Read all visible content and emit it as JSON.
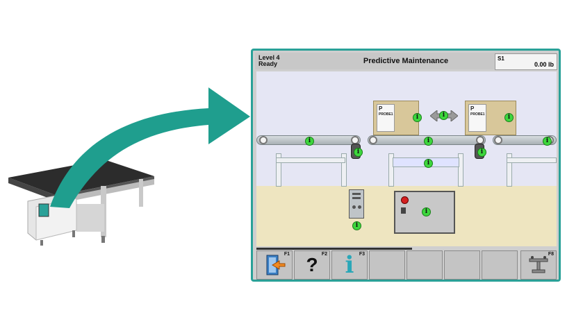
{
  "hmi": {
    "level": "Level 4",
    "status": "Ready",
    "title": "Predictive Maintenance",
    "scale_label": "S1",
    "scale_value": "0.00 lb"
  },
  "scene": {
    "package_label_top": "P",
    "package_label_sub": "PROBE1"
  },
  "fkeys": [
    {
      "label": "F1",
      "icon": "exit-door-icon"
    },
    {
      "label": "F2",
      "icon": "question-mark-icon",
      "glyph": "?"
    },
    {
      "label": "F3",
      "icon": "info-icon",
      "glyph": "i"
    },
    {
      "label": "",
      "icon": ""
    },
    {
      "label": "",
      "icon": ""
    },
    {
      "label": "",
      "icon": ""
    },
    {
      "label": "",
      "icon": ""
    },
    {
      "label": "F8",
      "icon": "scale-icon"
    }
  ],
  "info_glyph": "i",
  "colors": {
    "frame": "#2aa198",
    "arrow": "#1f9e8e",
    "info_green": "#3dd63d",
    "floor": "#eee5c0",
    "scene_bg": "#e5e6f4"
  }
}
